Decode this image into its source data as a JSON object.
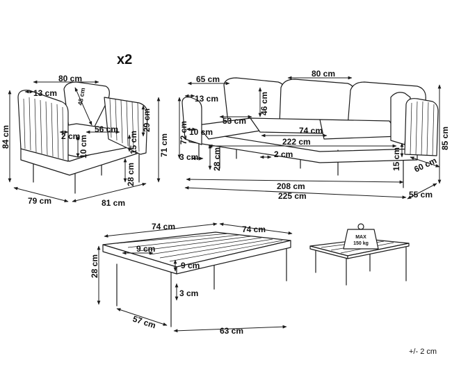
{
  "armchair": {
    "quantity": "x2",
    "width_back": "80 cm",
    "armrest_top": "13 cm",
    "back_height": "48 cm",
    "seat_depth": "56 cm",
    "arm_gap": "2 cm",
    "seat_height_inner": "29 cm",
    "cushion": "10 cm",
    "arm_width": "15 cm",
    "seat_height": "28 cm",
    "total_height": "84 cm",
    "arm_height": "71 cm",
    "depth": "79 cm",
    "width": "81 cm"
  },
  "sofa": {
    "arm_length": "65 cm",
    "back_section": "80 cm",
    "arm_top": "13 cm",
    "back_height": "46 cm",
    "seat_depth": "53 cm",
    "arm_height": "72 cm",
    "cushion": "10 cm",
    "seat_section": "74 cm",
    "seat_width": "222 cm",
    "leg_offset": "3 cm",
    "seat_height": "28 cm",
    "gap": "2 cm",
    "arm_width": "15 cm",
    "depth_inner": "60 cm",
    "total_height": "85 cm",
    "inner_width": "208 cm",
    "total_width": "225 cm",
    "depth": "55 cm"
  },
  "table": {
    "width": "74 cm",
    "depth": "74 cm",
    "frame_top": "9 cm",
    "frame_side": "9 cm",
    "height": "28 cm",
    "leg": "3 cm",
    "base_depth": "57 cm",
    "base_width": "63 cm"
  },
  "load": {
    "max_label": "MAX",
    "weight": "150 kg"
  },
  "tolerance": "+/- 2 cm"
}
